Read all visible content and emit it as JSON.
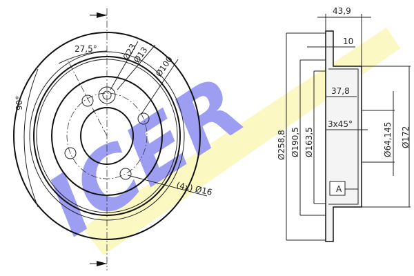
{
  "logo": {
    "text": "ICER",
    "colors": {
      "blue": "#8c8cf0",
      "yellow": "#fbf7b8"
    }
  },
  "front_view": {
    "angle_label": "27,5°",
    "angle_90_label": "90°",
    "dia_23": "Ø23",
    "dia_13": "Ø13",
    "dia_100": "Ø100",
    "holes_label": "(4x) Ø16"
  },
  "section_view": {
    "width_total": "43,9",
    "thickness": "10",
    "hat_depth": "37,8",
    "chamfer": "3x45°",
    "dia_outer": "Ø258,8",
    "dia_190": "Ø190,5",
    "dia_163": "Ø163,5",
    "dia_bore": "Ø64,145",
    "dia_172": "Ø172",
    "datum": "A"
  }
}
